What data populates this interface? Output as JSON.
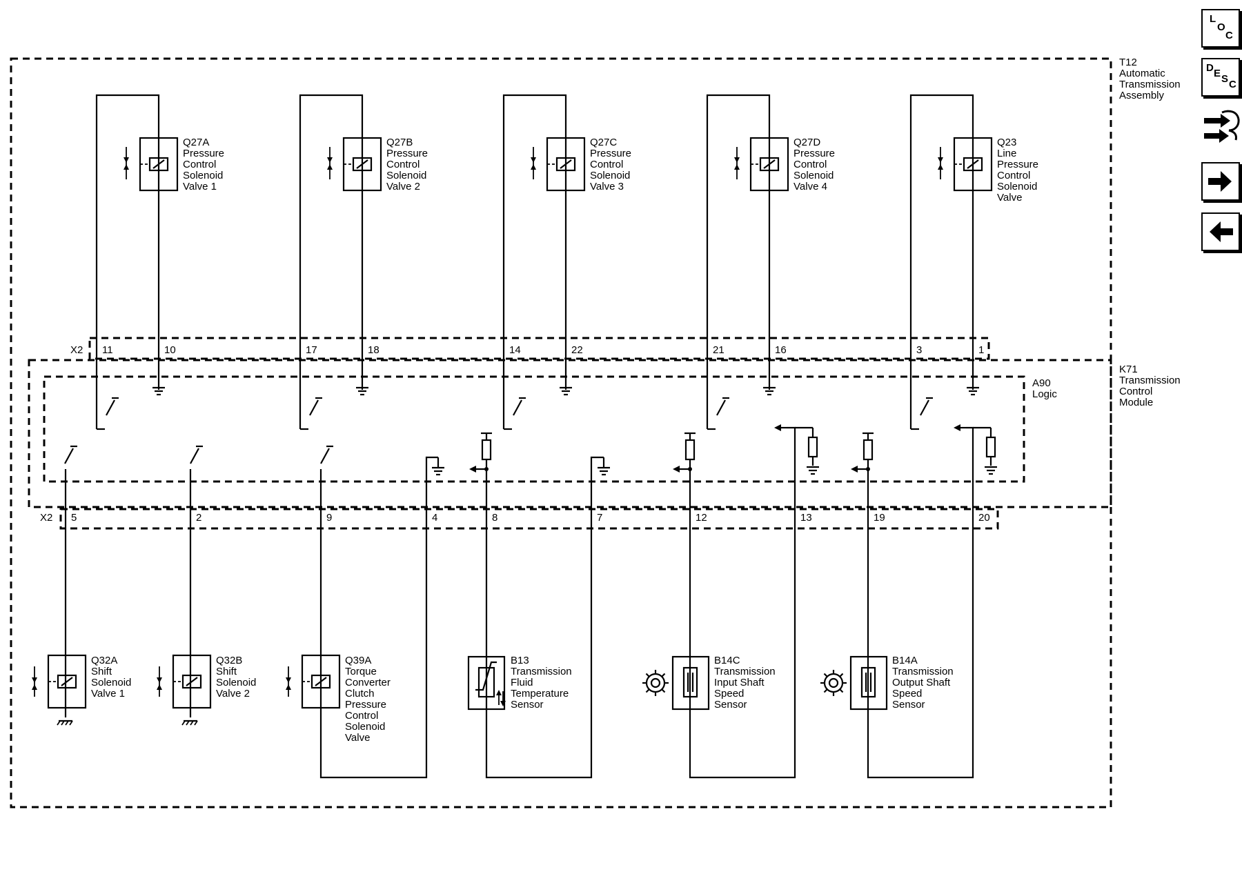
{
  "title": {
    "assembly": [
      "T12",
      "Automatic",
      "Transmission",
      "Assembly"
    ],
    "module": [
      "K71",
      "Transmission",
      "Control",
      "Module"
    ],
    "logic": [
      "A90",
      "Logic"
    ]
  },
  "connectors": {
    "upper": "X2",
    "lower": "X2"
  },
  "pins_top": [
    "11",
    "10",
    "17",
    "18",
    "14",
    "22",
    "21",
    "16",
    "3",
    "1"
  ],
  "pins_bottom": [
    "5",
    "2",
    "9",
    "4",
    "8",
    "7",
    "12",
    "13",
    "19",
    "20"
  ],
  "top_solenoids": [
    {
      "lines": [
        "Q27A",
        "Pressure",
        "Control",
        "Solenoid",
        "Valve 1"
      ]
    },
    {
      "lines": [
        "Q27B",
        "Pressure",
        "Control",
        "Solenoid",
        "Valve 2"
      ]
    },
    {
      "lines": [
        "Q27C",
        "Pressure",
        "Control",
        "Solenoid",
        "Valve 3"
      ]
    },
    {
      "lines": [
        "Q27D",
        "Pressure",
        "Control",
        "Solenoid",
        "Valve 4"
      ]
    },
    {
      "lines": [
        "Q23",
        "Line",
        "Pressure",
        "Control",
        "Solenoid",
        "Valve"
      ]
    }
  ],
  "bottom_components": [
    {
      "lines": [
        "Q32A",
        "Shift",
        "Solenoid",
        "Valve 1"
      ]
    },
    {
      "lines": [
        "Q32B",
        "Shift",
        "Solenoid",
        "Valve 2"
      ]
    },
    {
      "lines": [
        "Q39A",
        "Torque",
        "Converter",
        "Clutch",
        "Pressure",
        "Control",
        "Solenoid",
        "Valve"
      ]
    },
    {
      "lines": [
        "B13",
        "Transmission",
        "Fluid",
        "Temperature",
        "Sensor"
      ]
    },
    {
      "lines": [
        "B14C",
        "Transmission",
        "Input Shaft",
        "Speed",
        "Sensor"
      ]
    },
    {
      "lines": [
        "B14A",
        "Transmission",
        "Output Shaft",
        "Speed",
        "Sensor"
      ]
    }
  ],
  "nav": {
    "loc": {
      "l1": "L",
      "l2": "O",
      "l3": "C"
    },
    "desc": {
      "l1": "D",
      "l2": "E",
      "l3": "S",
      "l4": "C"
    }
  }
}
